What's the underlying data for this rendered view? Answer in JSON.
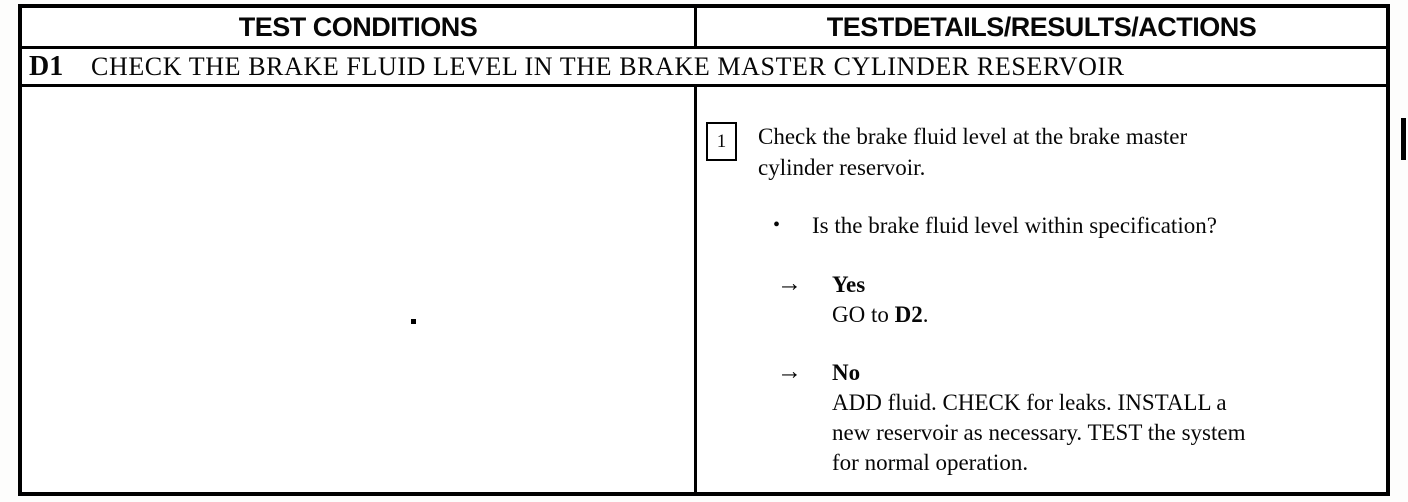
{
  "header": {
    "left": "TEST CONDITIONS",
    "right": "TESTDETAILS/RESULTS/ACTIONS"
  },
  "section": {
    "id": "D1",
    "title": "CHECK THE BRAKE FLUID LEVEL IN THE BRAKE MASTER CYLINDER RESERVOIR"
  },
  "step": {
    "number": "1",
    "instruction_lines": [
      "Check the brake fluid level at the brake master",
      "cylinder reservoir."
    ]
  },
  "question": "Is the brake fluid level within specification?",
  "glyphs": {
    "bullet": "•",
    "arrow": "→"
  },
  "results": [
    {
      "answer": "Yes",
      "action_prefix": "GO to ",
      "action_ref": "D2",
      "action_suffix": "."
    },
    {
      "answer": "No",
      "action_lines": [
        "ADD fluid. CHECK for leaks. INSTALL a",
        "new reservoir as necessary. TEST the system",
        "for normal operation."
      ]
    }
  ],
  "colors": {
    "ink": "#070707",
    "paper": "#ffffff"
  }
}
